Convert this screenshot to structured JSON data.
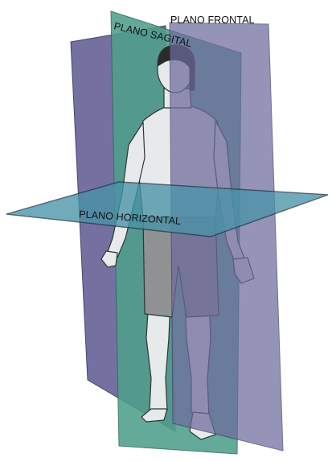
{
  "labels": {
    "frontal": "PLANO FRONTAL",
    "sagital": "PLANO SAGITAL",
    "horizontal": "PLANO HORIZONTAL"
  },
  "colors": {
    "frontal_plane": "#6d6a9c",
    "sagittal_plane": "#4f9f8c",
    "horizontal_plane": "#4a93a8",
    "skin": "#e6eaea",
    "shorts": "#8f9292",
    "hair": "#2b2b2b",
    "outline": "#2f3535"
  }
}
